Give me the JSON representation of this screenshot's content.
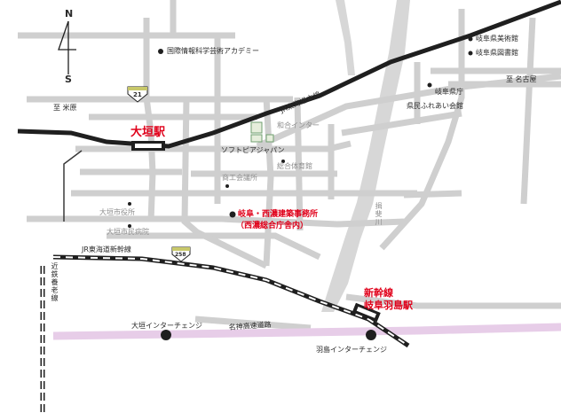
{
  "compass": {
    "north": "N",
    "south": "S"
  },
  "route_shields": {
    "r21": "21",
    "r258": "258"
  },
  "stations": {
    "ogaki": "大垣駅",
    "hashima_line1": "新幹線",
    "hashima_line2": "岐阜羽島駅"
  },
  "office": {
    "line1": "岐阜・西濃建築事務所",
    "line2": "（西濃総合庁舎内）"
  },
  "railways": {
    "tokaido_main": "JR東海道本線",
    "shinkansen": "JR東海道新幹線",
    "kintetsu": "近鉄養老線"
  },
  "places": {
    "iamas": "国際情報科学芸術アカデミー",
    "museum": "岐阜県美術館",
    "library": "岐阜県図書館",
    "pref_office": "岐阜県庁",
    "fureai": "県民ふれあい会館",
    "softopia": "ソフトピアジャパン",
    "wago_ic": "和合インター",
    "sports": "総合体育館",
    "chamber": "商工会議所",
    "city_hall": "大垣市役所",
    "hospital": "大垣市民病院",
    "ogaki_ic": "大垣インターチェンジ",
    "hashima_ic": "羽島インターチェンジ",
    "meishin": "名神高速道路",
    "river": "揖斐川"
  },
  "directions": {
    "maibara": "至 米原",
    "nagoya": "至 名古屋"
  },
  "colors": {
    "road": "#cfcfcf",
    "rail": "#1f1f1f",
    "highway": "#e7cde8",
    "river": "#d7d7d7",
    "accent": "#e0001a"
  }
}
